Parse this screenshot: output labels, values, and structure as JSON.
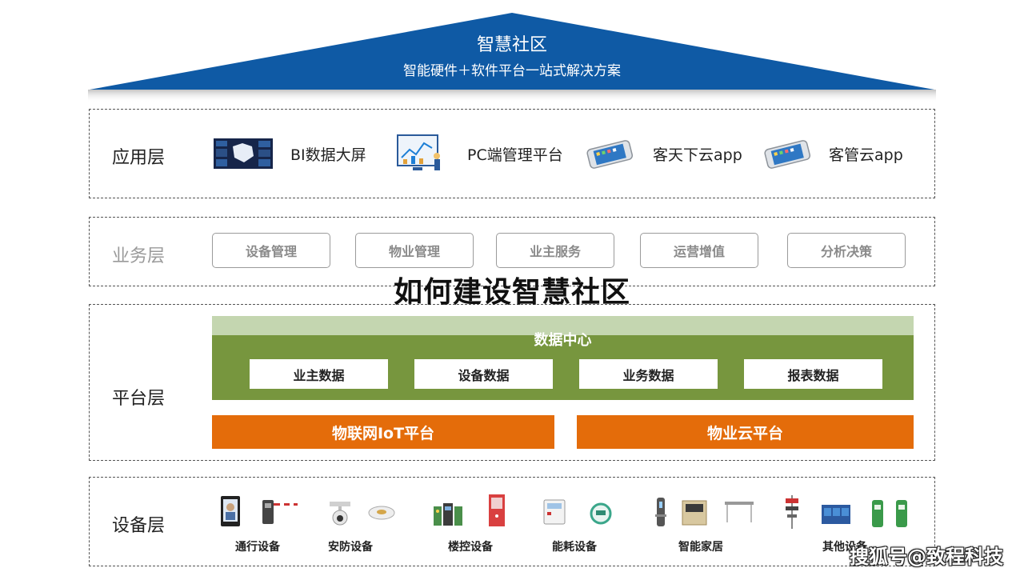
{
  "header": {
    "title": "智慧社区",
    "subtitle": "智能硬件＋软件平台一站式解决方案",
    "color": "#0f5aa5"
  },
  "overlay_title": "如何建设智慧社区",
  "layers": {
    "app": {
      "label": "应用层",
      "items": [
        "BI数据大屏",
        "PC端管理平台",
        "客天下云app",
        "客管云app"
      ]
    },
    "business": {
      "label": "业务层",
      "items": [
        "设备管理",
        "物业管理",
        "业主服务",
        "运营增值",
        "分析决策"
      ]
    },
    "platform": {
      "label": "平台层",
      "data_center": {
        "title": "数据中心",
        "items": [
          "业主数据",
          "设备数据",
          "业务数据",
          "报表数据"
        ]
      },
      "iot_platform": "物联网IoT平台",
      "property_cloud": "物业云平台",
      "colors": {
        "green": "#77963e",
        "light_green": "#c4d6b0",
        "orange": "#e46c0a"
      }
    },
    "device": {
      "label": "设备层",
      "groups": [
        "通行设备",
        "安防设备",
        "楼控设备",
        "能耗设备",
        "智能家居",
        "其他设备"
      ]
    }
  },
  "watermark": "搜狐号@致程科技"
}
